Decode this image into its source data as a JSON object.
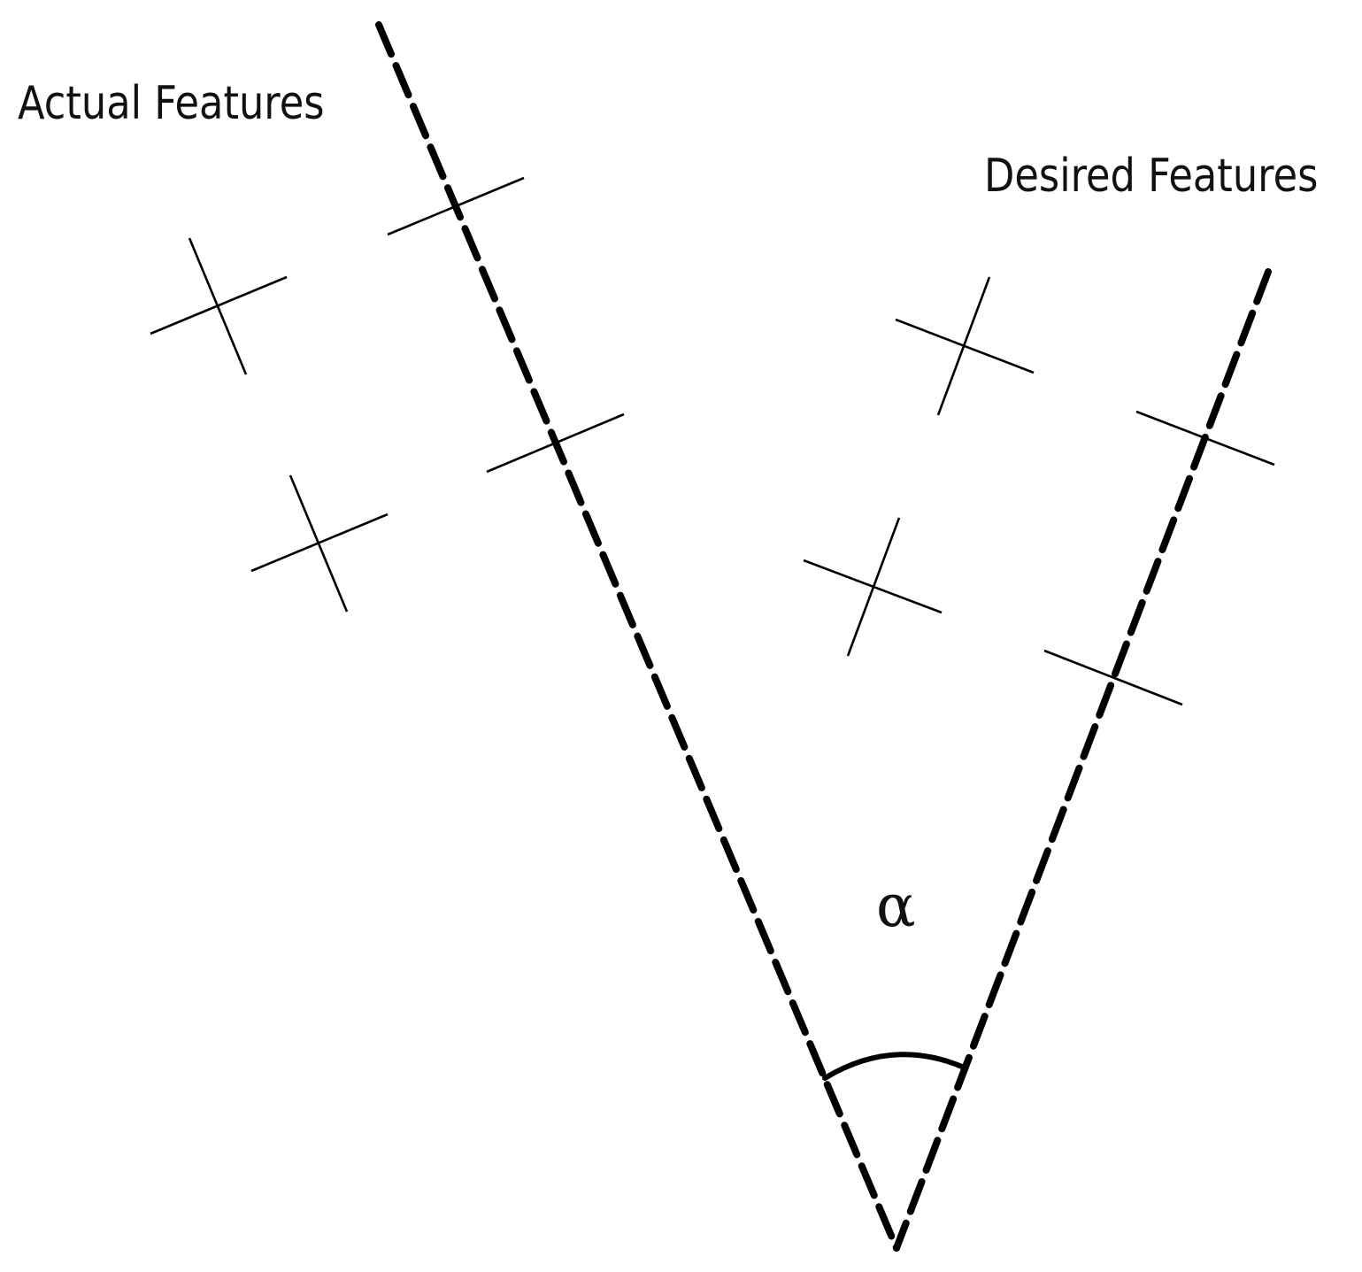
{
  "labels": {
    "actual": "Actual Features",
    "desired": "Desired Features",
    "angle": "α"
  },
  "colors": {
    "ink": "#000000",
    "background": "#ffffff"
  }
}
